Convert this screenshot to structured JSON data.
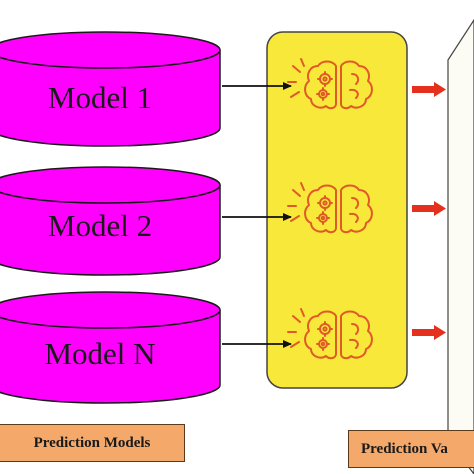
{
  "models": [
    {
      "label": "Model 1"
    },
    {
      "label": "Model 2"
    },
    {
      "label": "Model N"
    }
  ],
  "footer": {
    "left_label": "Prediction Models",
    "right_label": "Prediction Va"
  },
  "colors": {
    "cylinder_fill": "#ff00ff",
    "cylinder_stroke": "#1a1a1a",
    "panel_fill": "#f7e83a",
    "panel_stroke": "#444444",
    "brain_stroke": "#e05a28",
    "out_arrow": "#e4301c",
    "label_box_fill": "#f4a86a"
  },
  "icons": [
    "brain-gear-icon",
    "brain-gear-icon",
    "brain-gear-icon"
  ]
}
